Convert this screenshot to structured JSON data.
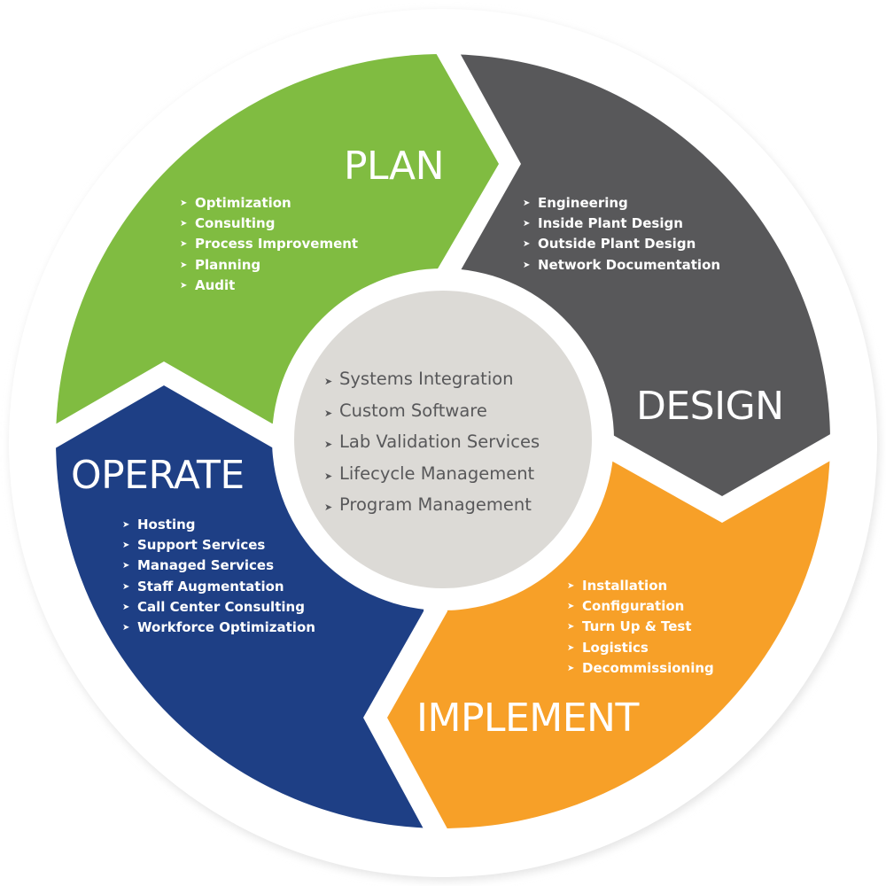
{
  "colors": {
    "plan": "#80bc41",
    "design": "#58585a",
    "implement": "#f7a028",
    "operate": "#1e3f85",
    "core": "#dcdad6",
    "core_text": "#58585a"
  },
  "bullet_icon": "arrowhead-bullet",
  "plan": {
    "title": "PLAN",
    "items": [
      "Optimization",
      "Consulting",
      "Process Improvement",
      "Planning",
      "Audit"
    ]
  },
  "design": {
    "title": "DESIGN",
    "items": [
      "Engineering",
      "Inside Plant Design",
      "Outside Plant Design",
      "Network Documentation"
    ]
  },
  "implement": {
    "title": "IMPLEMENT",
    "items": [
      "Installation",
      "Configuration",
      "Turn Up & Test",
      "Logistics",
      "Decommissioning"
    ]
  },
  "operate": {
    "title": "OPERATE",
    "items": [
      "Hosting",
      "Support Services",
      "Managed Services",
      "Staff Augmentation",
      "Call Center Consulting",
      "Workforce Optimization"
    ]
  },
  "core": {
    "items": [
      "Systems Integration",
      "Custom Software",
      "Lab Validation Services",
      "Lifecycle Management",
      "Program Management"
    ]
  }
}
